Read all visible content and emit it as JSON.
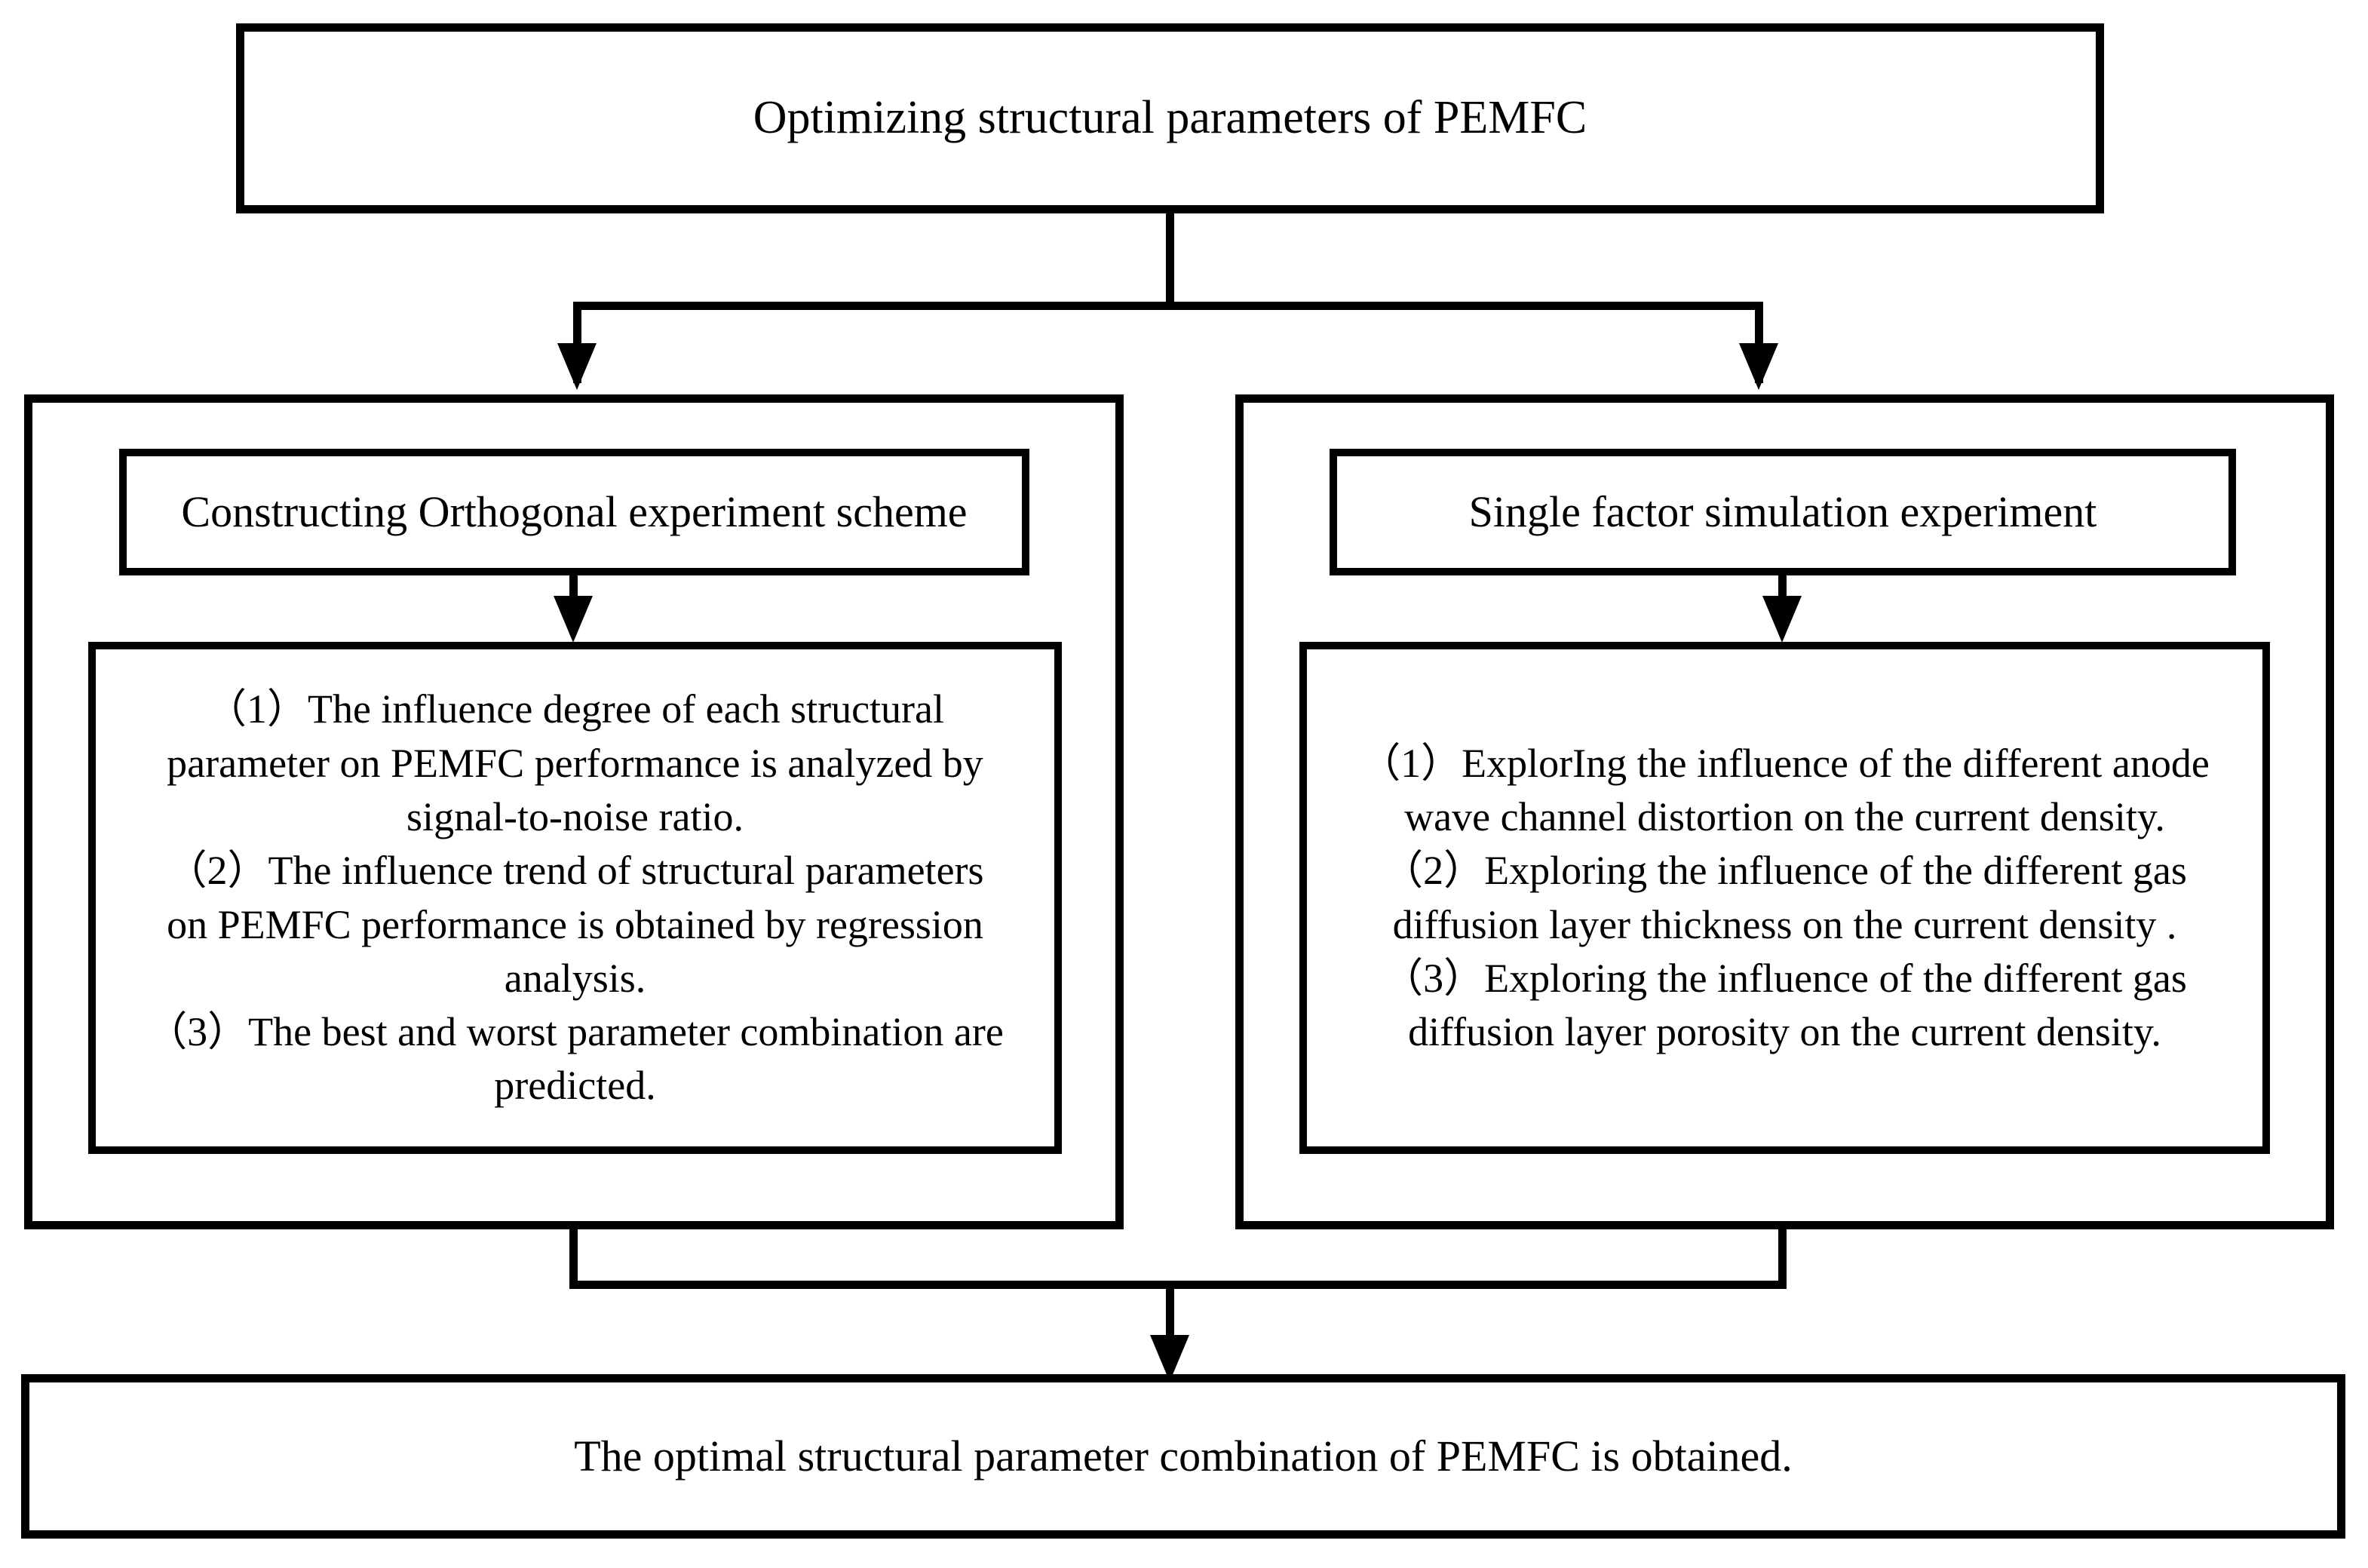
{
  "diagram": {
    "title_box": {
      "label": "Optimizing structural parameters of PEMFC"
    },
    "branches": [
      {
        "header": "Constructing Orthogonal experiment scheme",
        "detail_lines": [
          "（1）The influence degree of  each structural",
          "parameter on PEMFC performance is analyzed by",
          "signal-to-noise ratio.",
          "（2）The influence trend of structural parameters",
          "on PEMFC performance is obtained by regression",
          "analysis.",
          "（3）The best and worst parameter combination are",
          "predicted."
        ]
      },
      {
        "header": "Single factor simulation experiment",
        "detail_lines": [
          "（1）ExplorIng  the influence of the different anode",
          "wave channel distortion on the current density.",
          "（2）Exploring the influence of the different  gas",
          "diffusion layer thickness on the current density .",
          "（3）Exploring the influence of the different gas",
          "diffusion layer porosity on the current density."
        ]
      }
    ],
    "result_box": {
      "label": "The optimal structural parameter combination of PEMFC is obtained."
    },
    "colors": {
      "stroke": "#000000",
      "fill": "#ffffff",
      "text": "#000000"
    }
  }
}
